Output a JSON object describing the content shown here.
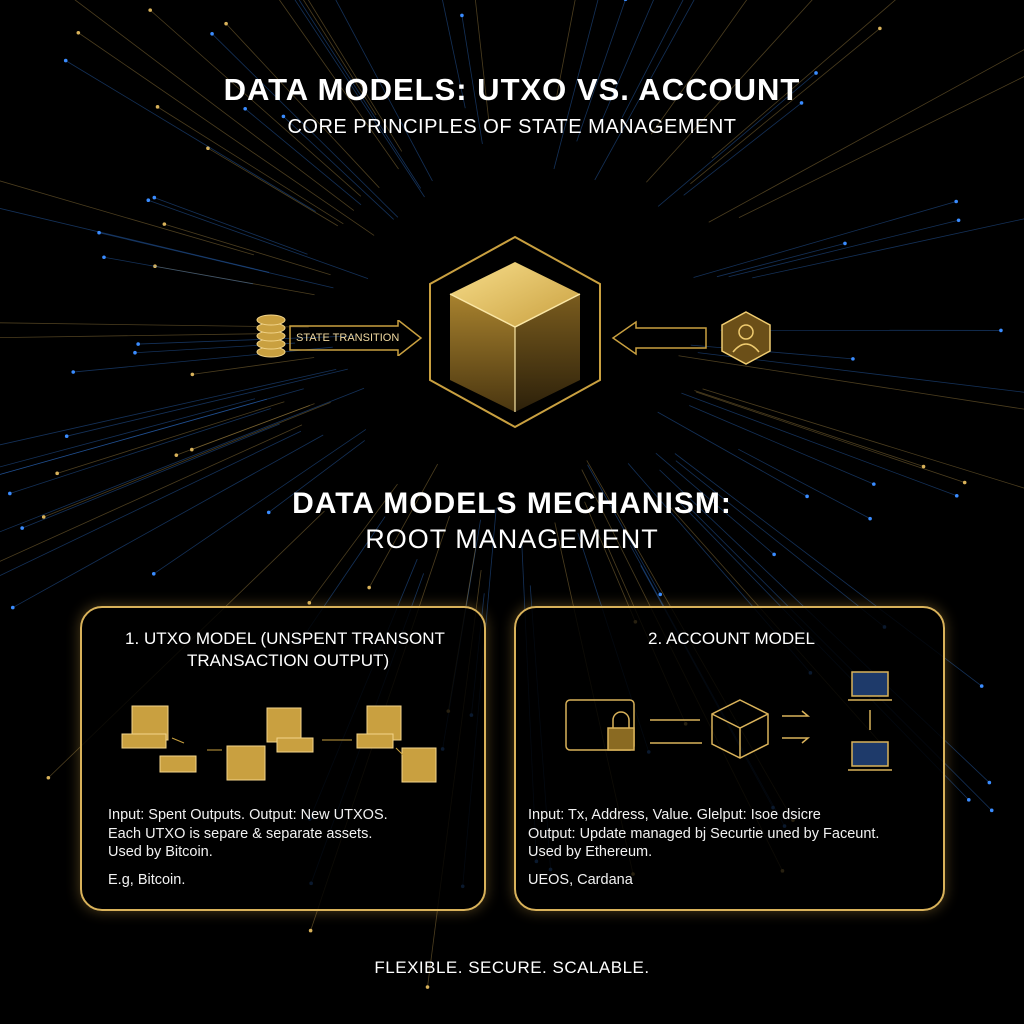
{
  "header": {
    "title": "DATA MODELS: UTXO VS. ACCOUNT",
    "subtitle": "CORE PRINCIPLES OF STATE MANAGEMENT"
  },
  "hero": {
    "left_label": "STATE TRANSITION",
    "left_icon": "coin-stack-icon",
    "center_icon": "cube-icon",
    "right_icon": "user-hexagon-icon"
  },
  "mechanism": {
    "line1": "DATA MODELS MECHANISM:",
    "line2": "ROOT MANAGEMENT"
  },
  "panels": [
    {
      "title_line1": "1. UTXO MODEL (UNSPENT TRANSONT",
      "title_line2": "TRANSACTION OUTPUT)",
      "lines": [
        "Input: Spent Outputs. Output: New UTXOS.",
        "Each UTXO is separe & separate assets.",
        "Used by Bitcoin."
      ],
      "example": "E.g, Bitcoin."
    },
    {
      "title_line1": "2. ACCOUNT MODEL",
      "lines": [
        "Input: Tx, Address, Value. Glelput: Isoe dsicre",
        "Output: Update managed bj Securtie uned by Faceunt.",
        "Used by Ethereum."
      ],
      "example": "UEOS, Cardana"
    }
  ],
  "footer": "FLEXIBLE. SECURE. SCALABLE.",
  "colors": {
    "gold": "#d9b25a",
    "blue": "#3a8cff",
    "bg": "#000000"
  }
}
